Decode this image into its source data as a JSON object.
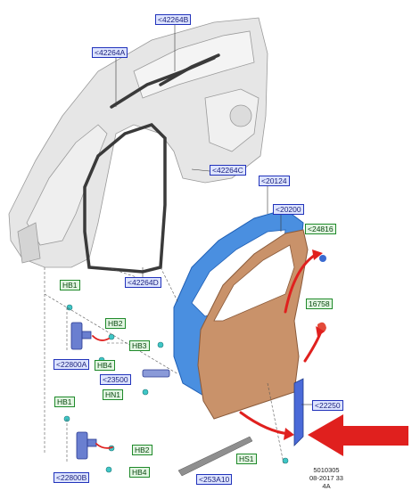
{
  "labels": {
    "l42264B": "<42264B",
    "l42264A": "<42264A",
    "l42264C": "<42264C",
    "l42264D": "<42264D",
    "l20124": "<20124",
    "l20200": "<20200",
    "l24816": "<24816",
    "l16758": "16758",
    "lHB1a": "HB1",
    "lHB2a": "HB2",
    "lHB3": "HB3",
    "l22800A": "<22800A",
    "lHB4a": "HB4",
    "l23500": "<23500",
    "lHN1": "HN1",
    "l22250": "<22250",
    "lHB1b": "HB1",
    "lHB2b": "HB2",
    "l22800B": "<22800B",
    "lHB4b": "HB4",
    "lHS1": "HS1",
    "l253A10": "<253A10"
  },
  "meta": {
    "line1": "5010305",
    "line2": "08-2017 33",
    "line3": "4A"
  },
  "colors": {
    "door_frame": "#4a8fe0",
    "door_panel": "#c9926a",
    "arrow_red": "#e0201e",
    "label_blue": "#2233bb",
    "label_green": "#1f8a2a"
  }
}
